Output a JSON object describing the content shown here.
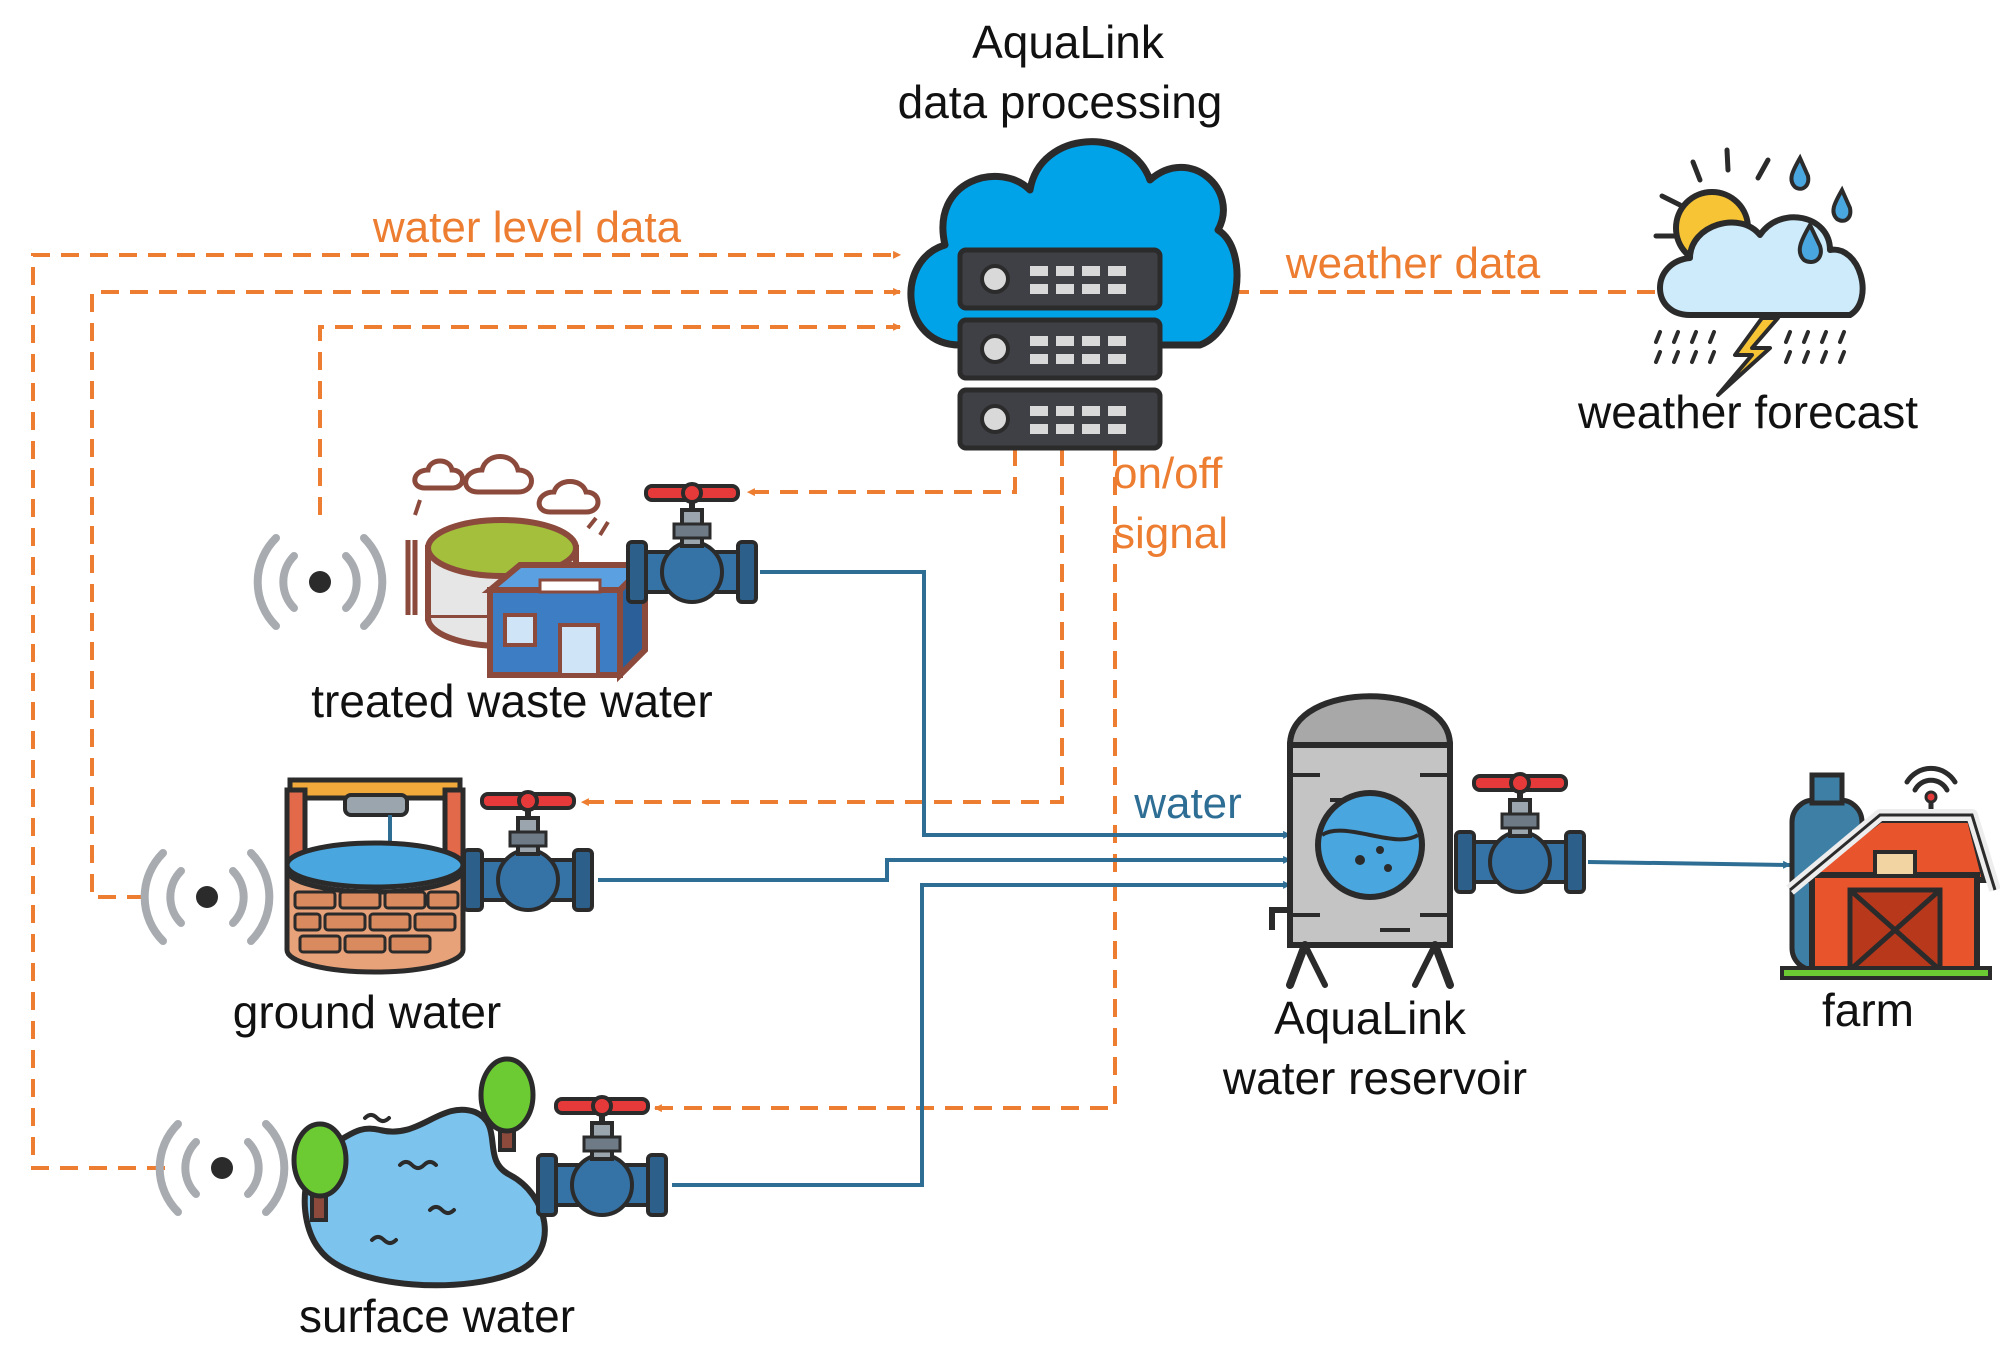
{
  "colors": {
    "control": "#ED7D31",
    "water": "#2E6E94",
    "outline": "#2B2B2B",
    "cloud": "#00A3E8",
    "server": "#3F3F46",
    "valve_body": "#2C5F8A",
    "valve_handle": "#E63A3A",
    "pond": "#7CC3EE",
    "tree": "#6CCB32",
    "brick": "#E8A27A",
    "barn": "#E8542C",
    "silo": "#3E7FA6"
  },
  "nodes": {
    "cloud": {
      "title_line1": "AquaLink",
      "title_line2": "data processing",
      "icon": "cloud-server-icon"
    },
    "weather": {
      "label": "weather forecast",
      "icon": "storm-cloud-icon"
    },
    "treated": {
      "label": "treated waste water",
      "icon": "treatment-plant-icon"
    },
    "ground": {
      "label": "ground water",
      "icon": "well-icon"
    },
    "surface": {
      "label": "surface water",
      "icon": "pond-icon"
    },
    "reservoir": {
      "label_line1": "AquaLink",
      "label_line2": "water reservoir",
      "icon": "water-tank-icon"
    },
    "farm": {
      "label": "farm",
      "icon": "barn-icon"
    }
  },
  "edges": {
    "water_level_data": "water level data",
    "weather_data": "weather data",
    "onoff_line1": "on/off",
    "onoff_line2": "signal",
    "water": "water"
  }
}
